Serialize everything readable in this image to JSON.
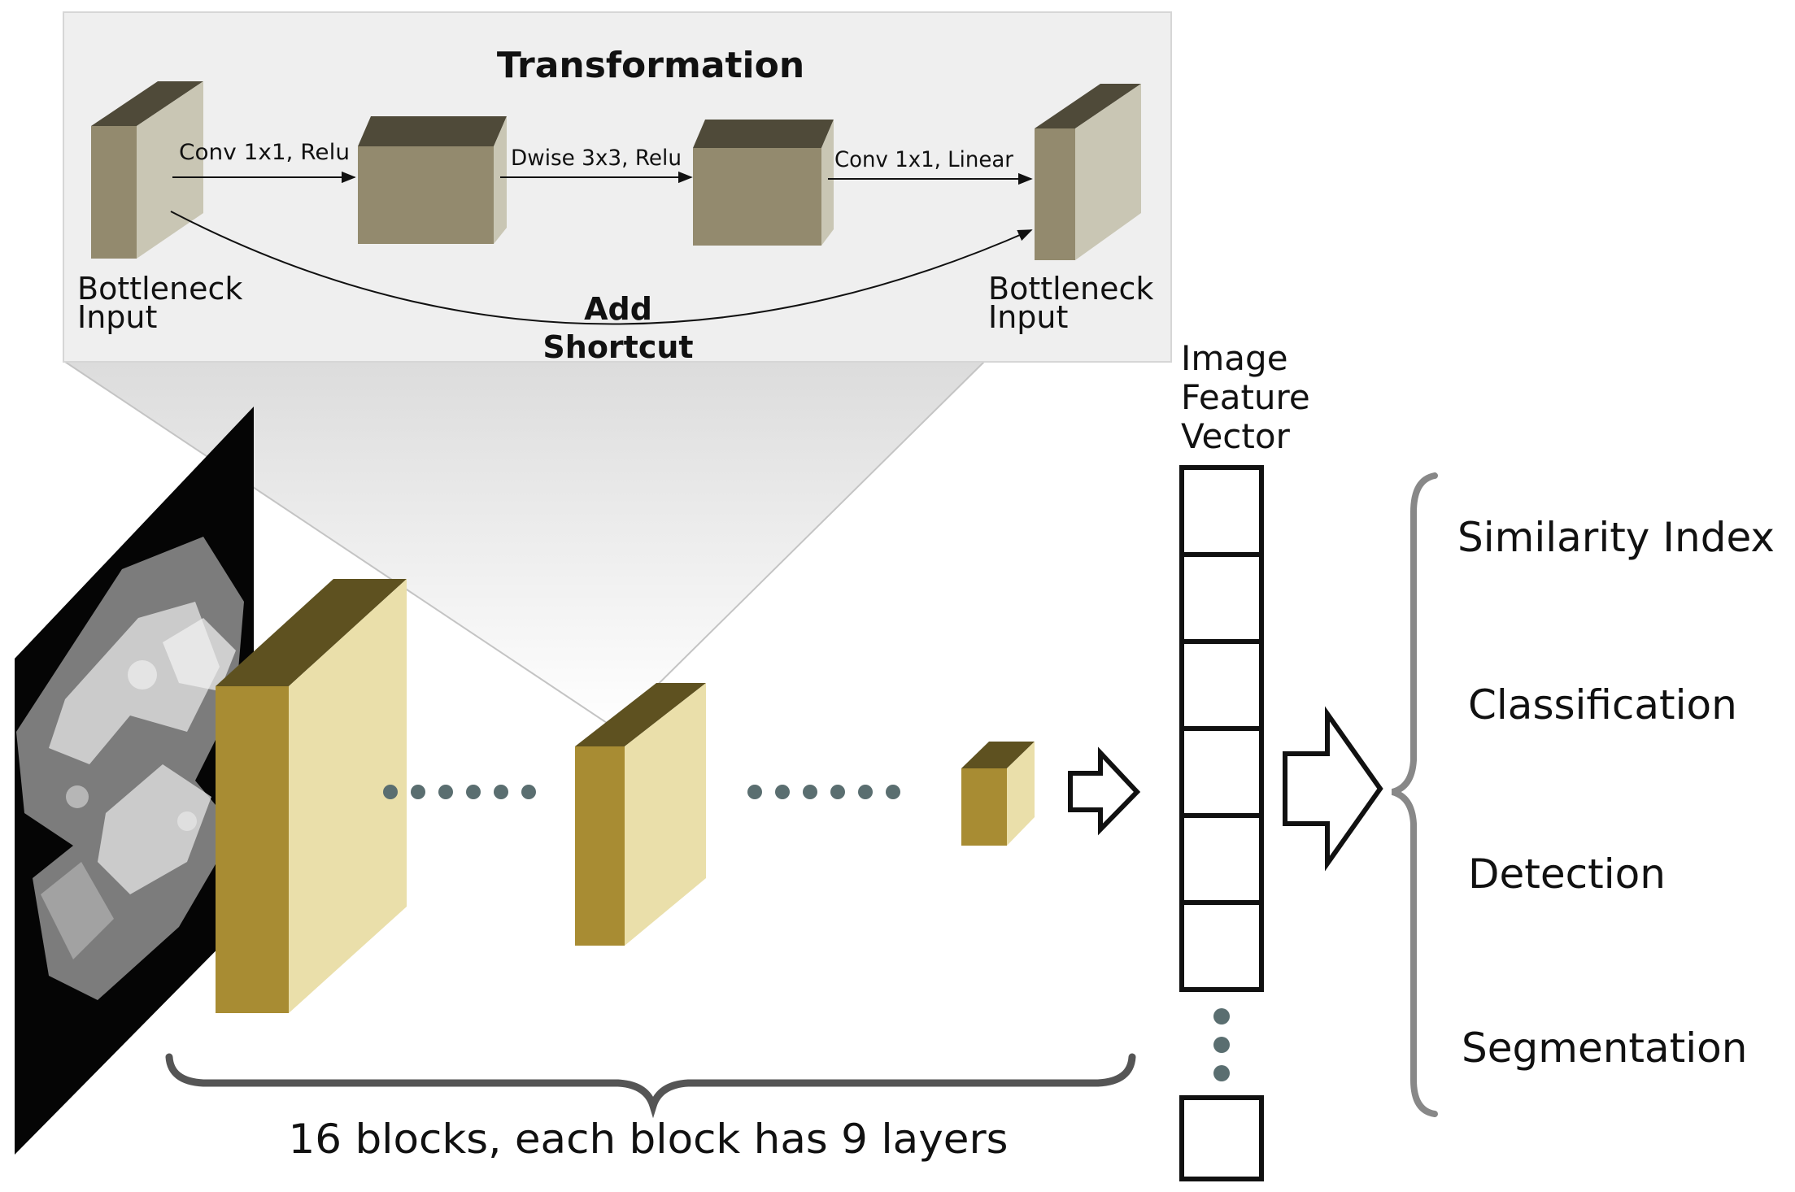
{
  "transformation": {
    "title": "Transformation",
    "step1": "Conv 1x1, Relu",
    "step2": "Dwise 3x3, Relu",
    "step3": "Conv 1x1, Linear",
    "input_left_l1": "Bottleneck",
    "input_left_l2": "Input",
    "input_right_l1": "Bottleneck",
    "input_right_l2": "Input",
    "shortcut_l1": "Add",
    "shortcut_l2": "Shortcut"
  },
  "network": {
    "blocks_caption": "16 blocks, each block has 9 layers"
  },
  "feature_vector": {
    "label_l1": "Image",
    "label_l2": "Feature",
    "label_l3": "Vector"
  },
  "tasks": [
    "Similarity Index",
    "Classification",
    "Detection",
    "Segmentation"
  ],
  "colors": {
    "panel_bg": "#efefef",
    "gray_block_front": "#938a6e",
    "gray_block_top": "#4f4a39",
    "gray_block_side": "#c9c6b4",
    "gold_block_front": "#a88c33",
    "gold_block_top": "#5e5120",
    "gold_block_side": "#eadfaa",
    "dots": "#5a6e70",
    "brace": "#555555"
  }
}
